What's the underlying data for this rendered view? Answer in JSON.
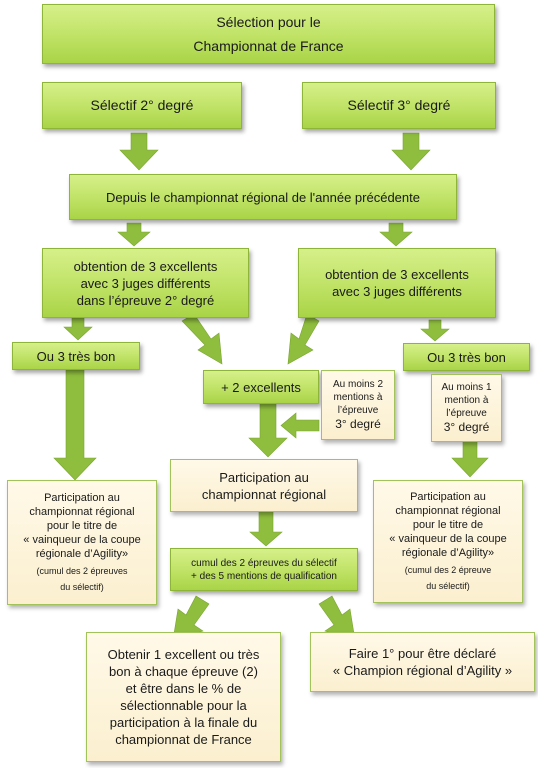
{
  "colors": {
    "box_fill": "#bfe265",
    "box_border": "#8fb43a",
    "note_fill": "#fbefcf",
    "arrow": "#8fbd3e"
  },
  "title": {
    "line1": "Sélection pour le",
    "line2": "Championnat de France"
  },
  "selectif2": "Sélectif 2° degré",
  "selectif3": "Sélectif 3° degré",
  "depuis": "Depuis le championnat régional de l'année précédente",
  "obtention_left": {
    "line1": "obtention de 3 excellents",
    "line2": "avec 3 juges différents",
    "line3": "dans l’épreuve 2° degré"
  },
  "obtention_right": {
    "line1": "obtention de 3 excellents",
    "line2": "avec 3 juges différents"
  },
  "ou3_left": "Ou 3 très bon",
  "ou3_right": "Ou 3 très bon",
  "plus2": "+ 2 excellents",
  "mention2": {
    "line1": "Au moins 2",
    "line2": "mentions à",
    "line3": "l’épreuve",
    "line4": "3° degré"
  },
  "mention1": {
    "line1": "Au moins 1",
    "line2": "mention à",
    "line3": "l’épreuve",
    "line4": "3° degré"
  },
  "part_left": {
    "line1": "Participation  au",
    "line2": "championnat régional",
    "line3": "pour le titre de",
    "line4": "« vainqueur de la coupe",
    "line5": "régionale d’Agility»",
    "note1": "(cumul des 2 épreuves",
    "note2": "du sélectif)"
  },
  "part_center": {
    "line1": "Participation  au",
    "line2": "championnat régional"
  },
  "part_right": {
    "line1": "Participation  au",
    "line2": "championnat régional",
    "line3": "pour le titre de",
    "line4": "« vainqueur de la coupe",
    "line5": "régionale d’Agility»",
    "note1": "(cumul des 2 épreuve",
    "note2": "du sélectif)"
  },
  "cumul": {
    "line1": "cumul des 2 épreuves du sélectif",
    "line2": "+ des 5 mentions de qualification"
  },
  "obtenir": {
    "line1": "Obtenir 1 excellent ou très",
    "line2": "bon à chaque épreuve (2)",
    "line3": "et être dans le % de",
    "line4": "sélectionnable pour la",
    "line5": "participation à la finale du",
    "line6": "championnat de France"
  },
  "faire": {
    "line1": "Faire 1° pour être déclaré",
    "line2": "« Champion régional d’Agility »"
  }
}
